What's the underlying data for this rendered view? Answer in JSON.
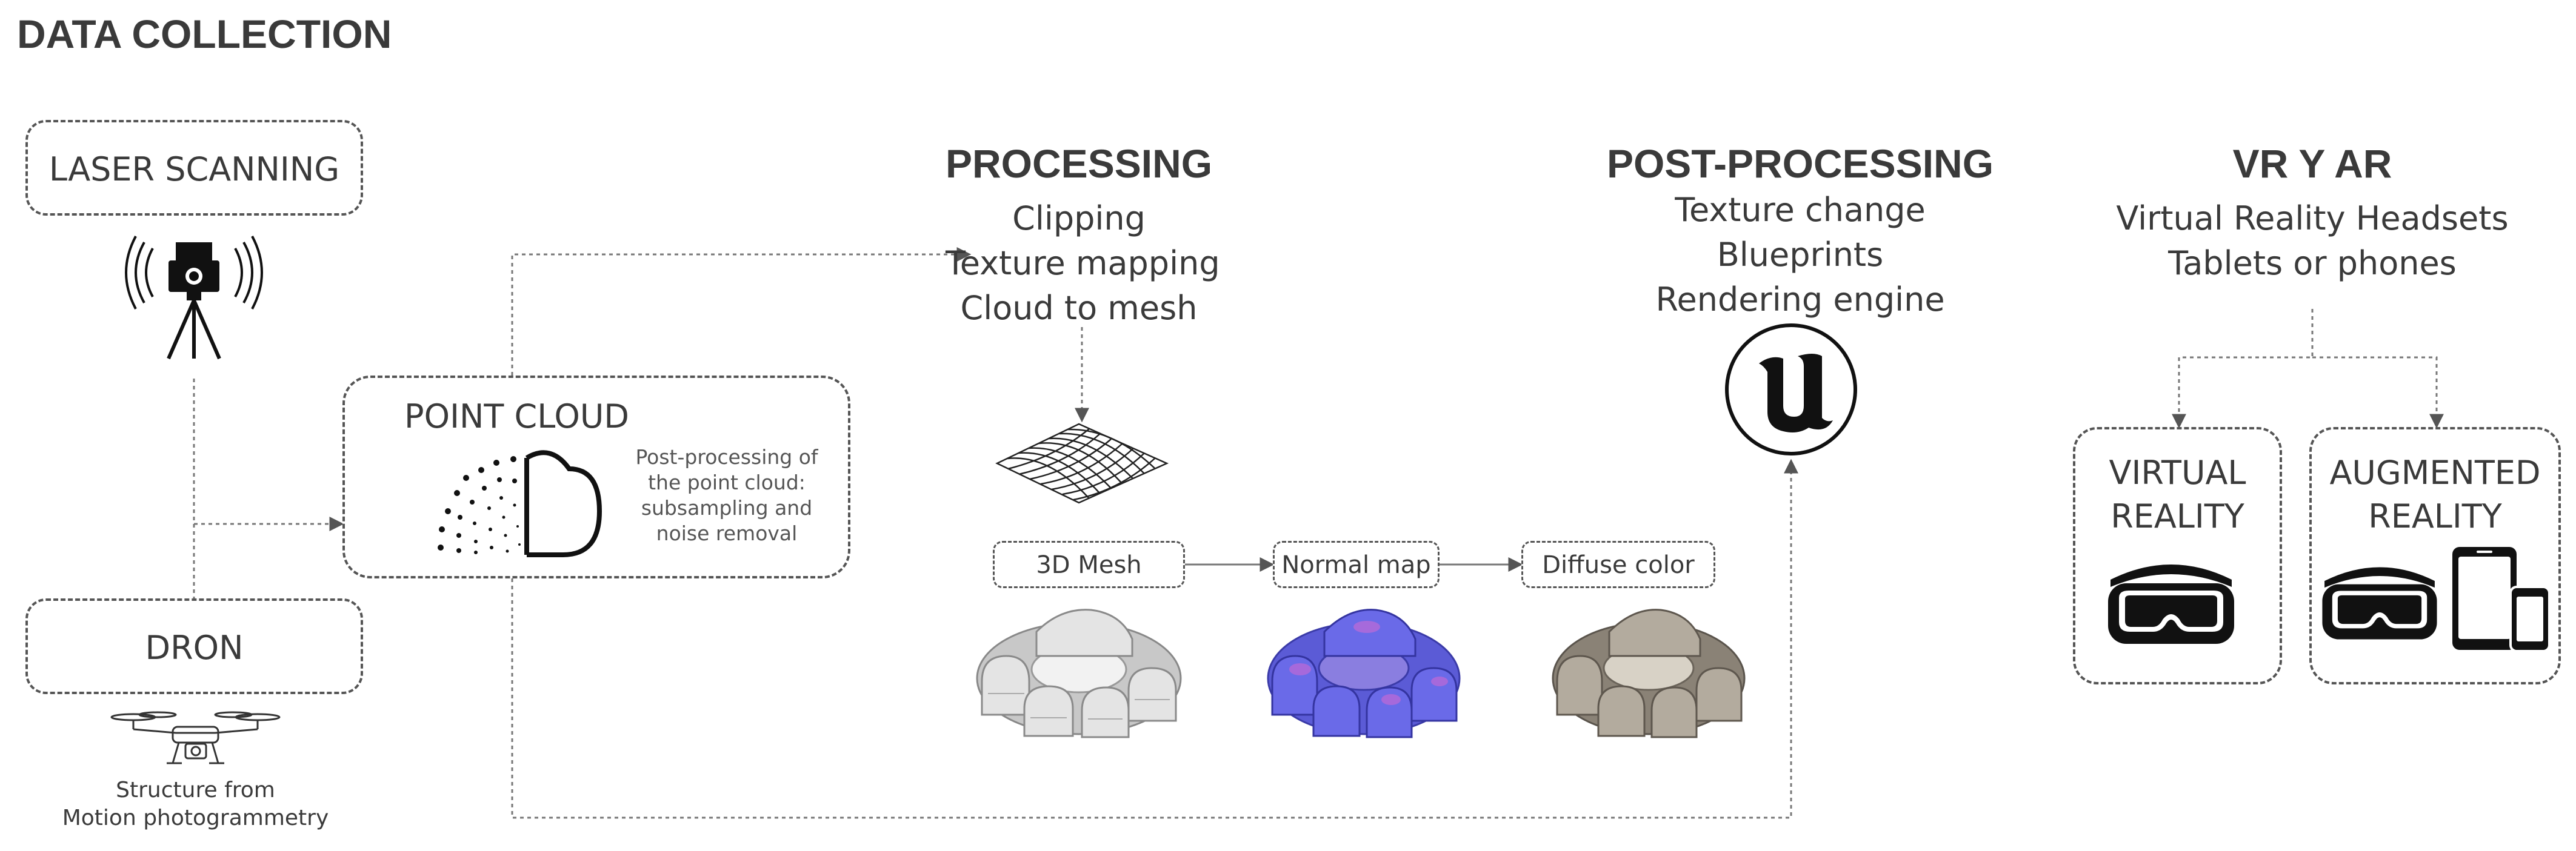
{
  "sections": {
    "data_collection": "DATA COLLECTION",
    "processing": "PROCESSING",
    "post_processing": "POST-PROCESSING",
    "vr_ar": "VR Y AR"
  },
  "data_collection": {
    "laser_scanning": "LASER SCANNING",
    "dron": "DRON",
    "sfm_caption_line1": "Structure from",
    "sfm_caption_line2": "Motion photogrammetry"
  },
  "point_cloud": {
    "title": "POINT CLOUD",
    "note_line1": "Post-processing of",
    "note_line2": "the point cloud:",
    "note_line3": "subsampling and",
    "note_line4": "noise removal"
  },
  "processing": {
    "steps": [
      "Clipping",
      "Texture mapping",
      "Cloud to mesh"
    ],
    "stages": [
      "3D Mesh",
      "Normal map",
      "Diffuse color"
    ]
  },
  "post_processing": {
    "steps": [
      "Texture change",
      "Blueprints",
      "Rendering engine"
    ]
  },
  "vr_ar": {
    "devices": [
      "Virtual Reality Headsets",
      "Tablets or phones"
    ],
    "vr_line1": "VIRTUAL",
    "vr_line2": "REALITY",
    "ar_line1": "AUGMENTED",
    "ar_line2": "REALITY"
  },
  "colors": {
    "text": "#3a3a3a",
    "border": "#555555",
    "connector": "#666666",
    "mesh_gray": "#bdbdbd",
    "normal_map_blue": "#5b5bd6",
    "diffuse_brown": "#8a8276"
  }
}
